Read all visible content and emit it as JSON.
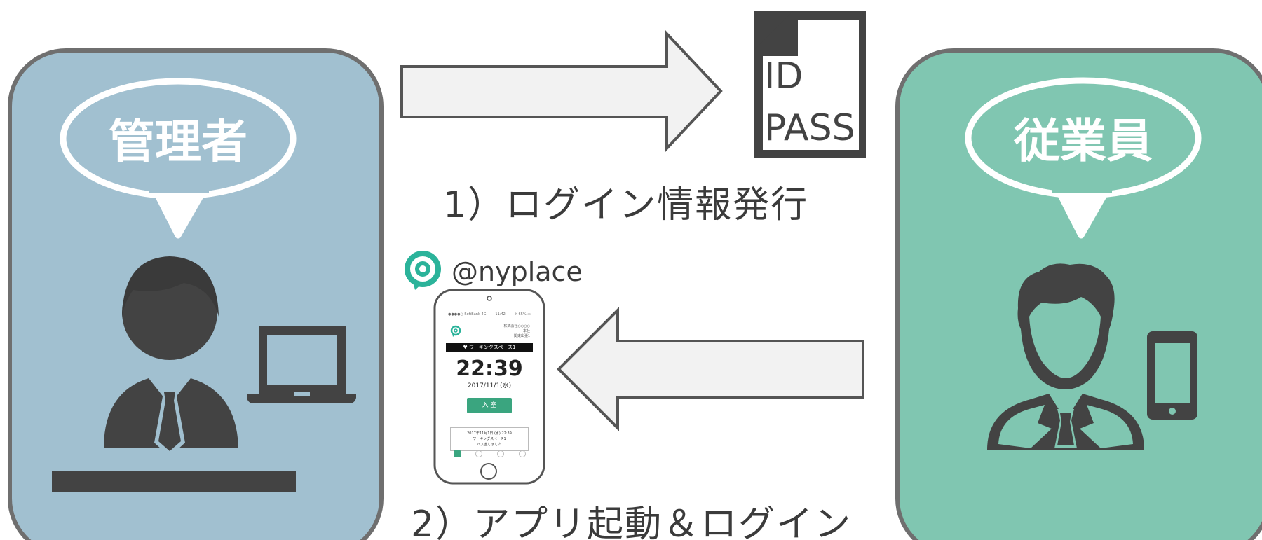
{
  "roles": {
    "admin": {
      "label": "管理者",
      "panel_color": "#a1c0d0"
    },
    "employee": {
      "label": "従業員",
      "panel_color": "#80c6b1"
    }
  },
  "doc": {
    "line1": "ID",
    "line2": "PASS"
  },
  "steps": {
    "step1": "1）ログイン情報発行",
    "step2": "2）アプリ起動＆ログイン"
  },
  "brand": {
    "name": "@nyplace",
    "accent": "#2bb39a"
  },
  "phone": {
    "status_left": "●●●●○ SoftBank 4G",
    "status_center": "11:42",
    "status_right": "✈ 65% ▭",
    "info": "株式会社○○○○\n本社\n関東出張1",
    "location": "♥ ワーキングスペース1",
    "time": "22:39",
    "date": "2017/11/1(水)",
    "button": "入 室",
    "log": "2017年11月1日 (水) 22:39\nワーキングスペース1\nへ入室しました"
  },
  "colors": {
    "ink": "#434343",
    "arrow_fill": "#f2f2f2",
    "arrow_stroke": "#555555"
  }
}
